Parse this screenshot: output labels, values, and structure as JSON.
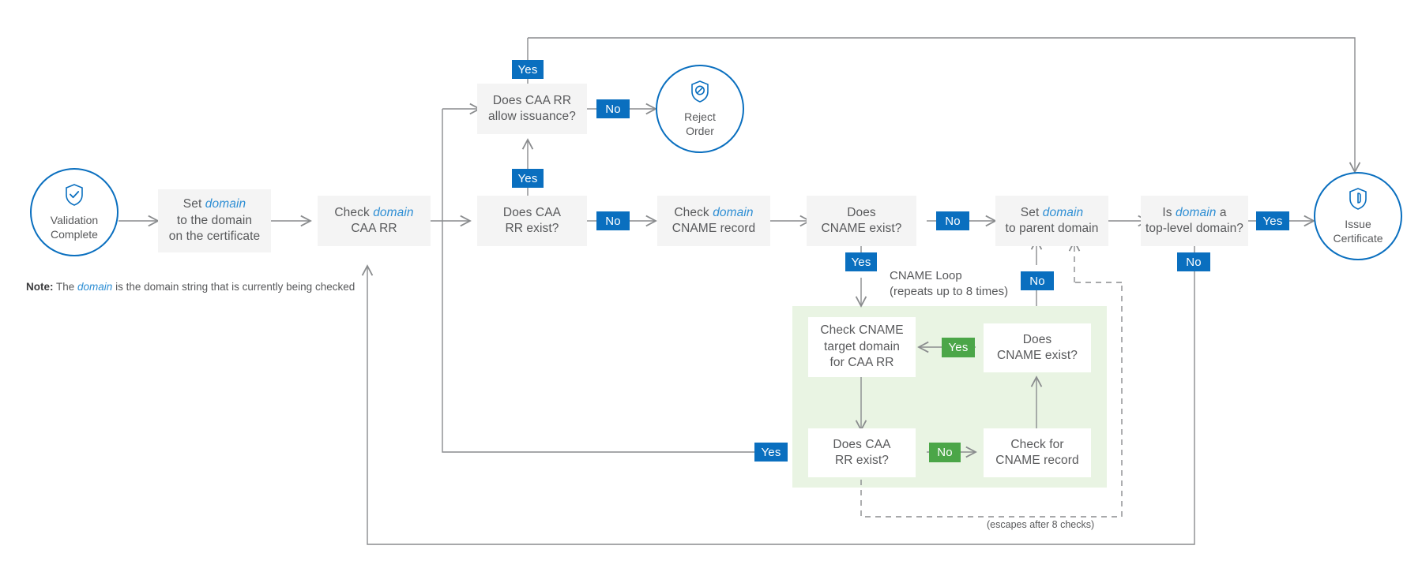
{
  "diagram": {
    "title": "CAA record checking flow",
    "colors": {
      "accent_blue": "#0a6fbf",
      "link_blue": "#2d8ed4",
      "green": "#4ba648",
      "loop_fill": "#e9f4e3",
      "node_fill": "#f4f4f4",
      "text": "#58595b",
      "line": "#8a8c8e"
    },
    "terminals": {
      "start": {
        "label": "Validation\nComplete",
        "icon": "shield-check-icon"
      },
      "reject": {
        "label": "Reject\nOrder",
        "icon": "shield-prohibited-icon"
      },
      "issue": {
        "label": "Issue\nCertificate",
        "icon": "shield-certificate-icon"
      }
    },
    "nodes": {
      "set_domain_cert": {
        "pre": "Set ",
        "em": "domain",
        "post": "\nto the domain\non the certificate"
      },
      "check_caa_rr": {
        "pre": "Check ",
        "em": "domain",
        "post": "\nCAA RR"
      },
      "caa_rr_exist": {
        "text": "Does CAA\nRR exist?"
      },
      "caa_allow_issuance": {
        "text": "Does CAA RR\nallow issuance?"
      },
      "check_cname_record": {
        "pre": "Check ",
        "em": "domain",
        "post": "\nCNAME record"
      },
      "cname_exist": {
        "text": "Does\nCNAME exist?"
      },
      "set_parent_domain": {
        "pre": "Set ",
        "em": "domain",
        "post": "\nto parent domain"
      },
      "is_tld": {
        "pre": "Is ",
        "em": "domain",
        "post": " a\ntop-level domain?"
      },
      "loop_check_cname_target": {
        "text": "Check CNAME\ntarget domain\nfor CAA RR"
      },
      "loop_caa_rr_exist": {
        "text": "Does CAA\nRR exist?"
      },
      "loop_cname_exist": {
        "text": "Does\nCNAME exist?"
      },
      "loop_check_for_cname": {
        "text": "Check for\nCNAME record"
      }
    },
    "tags": {
      "yes_allow_top": "Yes",
      "no_allow_reject": "No",
      "yes_caa_exist_up": "Yes",
      "no_caa_exist_right": "No",
      "no_cname_exist_right": "No",
      "yes_cname_exist_down": "Yes",
      "yes_tld_issue": "Yes",
      "no_tld_down": "No",
      "no_loop_cname_up": "No",
      "yes_loop_cname_left": "Yes",
      "no_loop_caa_right": "No",
      "yes_loop_caa_left": "Yes"
    },
    "captions": {
      "cname_loop": "CNAME Loop\n(repeats up to 8 times)",
      "escapes": "(escapes after 8 checks)"
    },
    "note": {
      "bold": "Note:",
      "pre": " The ",
      "em": "domain",
      "post": " is the domain string that is currently being checked"
    }
  }
}
